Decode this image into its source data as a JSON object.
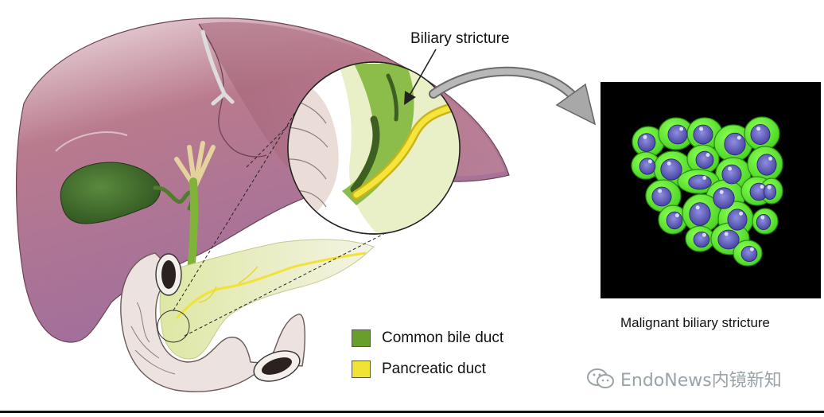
{
  "callout": {
    "label": "Biliary stricture"
  },
  "legend": [
    {
      "label": "Common bile duct",
      "color": "#6a9e2c"
    },
    {
      "label": "Pancreatic duct",
      "color": "#f2e234"
    }
  ],
  "micrograph": {
    "caption": "Malignant biliary stricture",
    "background": "#000000",
    "cell_color": "#5cf02c",
    "nucleus_color": "#4c4aa8"
  },
  "watermark": {
    "text": "EndoNews内镜新知"
  },
  "colors": {
    "liver": "#a8627a",
    "gallbladder": "#3f6b2a",
    "duct": "#7fb33a",
    "pancreas": "#e7eab8",
    "duodenum": "#ede4e2"
  }
}
